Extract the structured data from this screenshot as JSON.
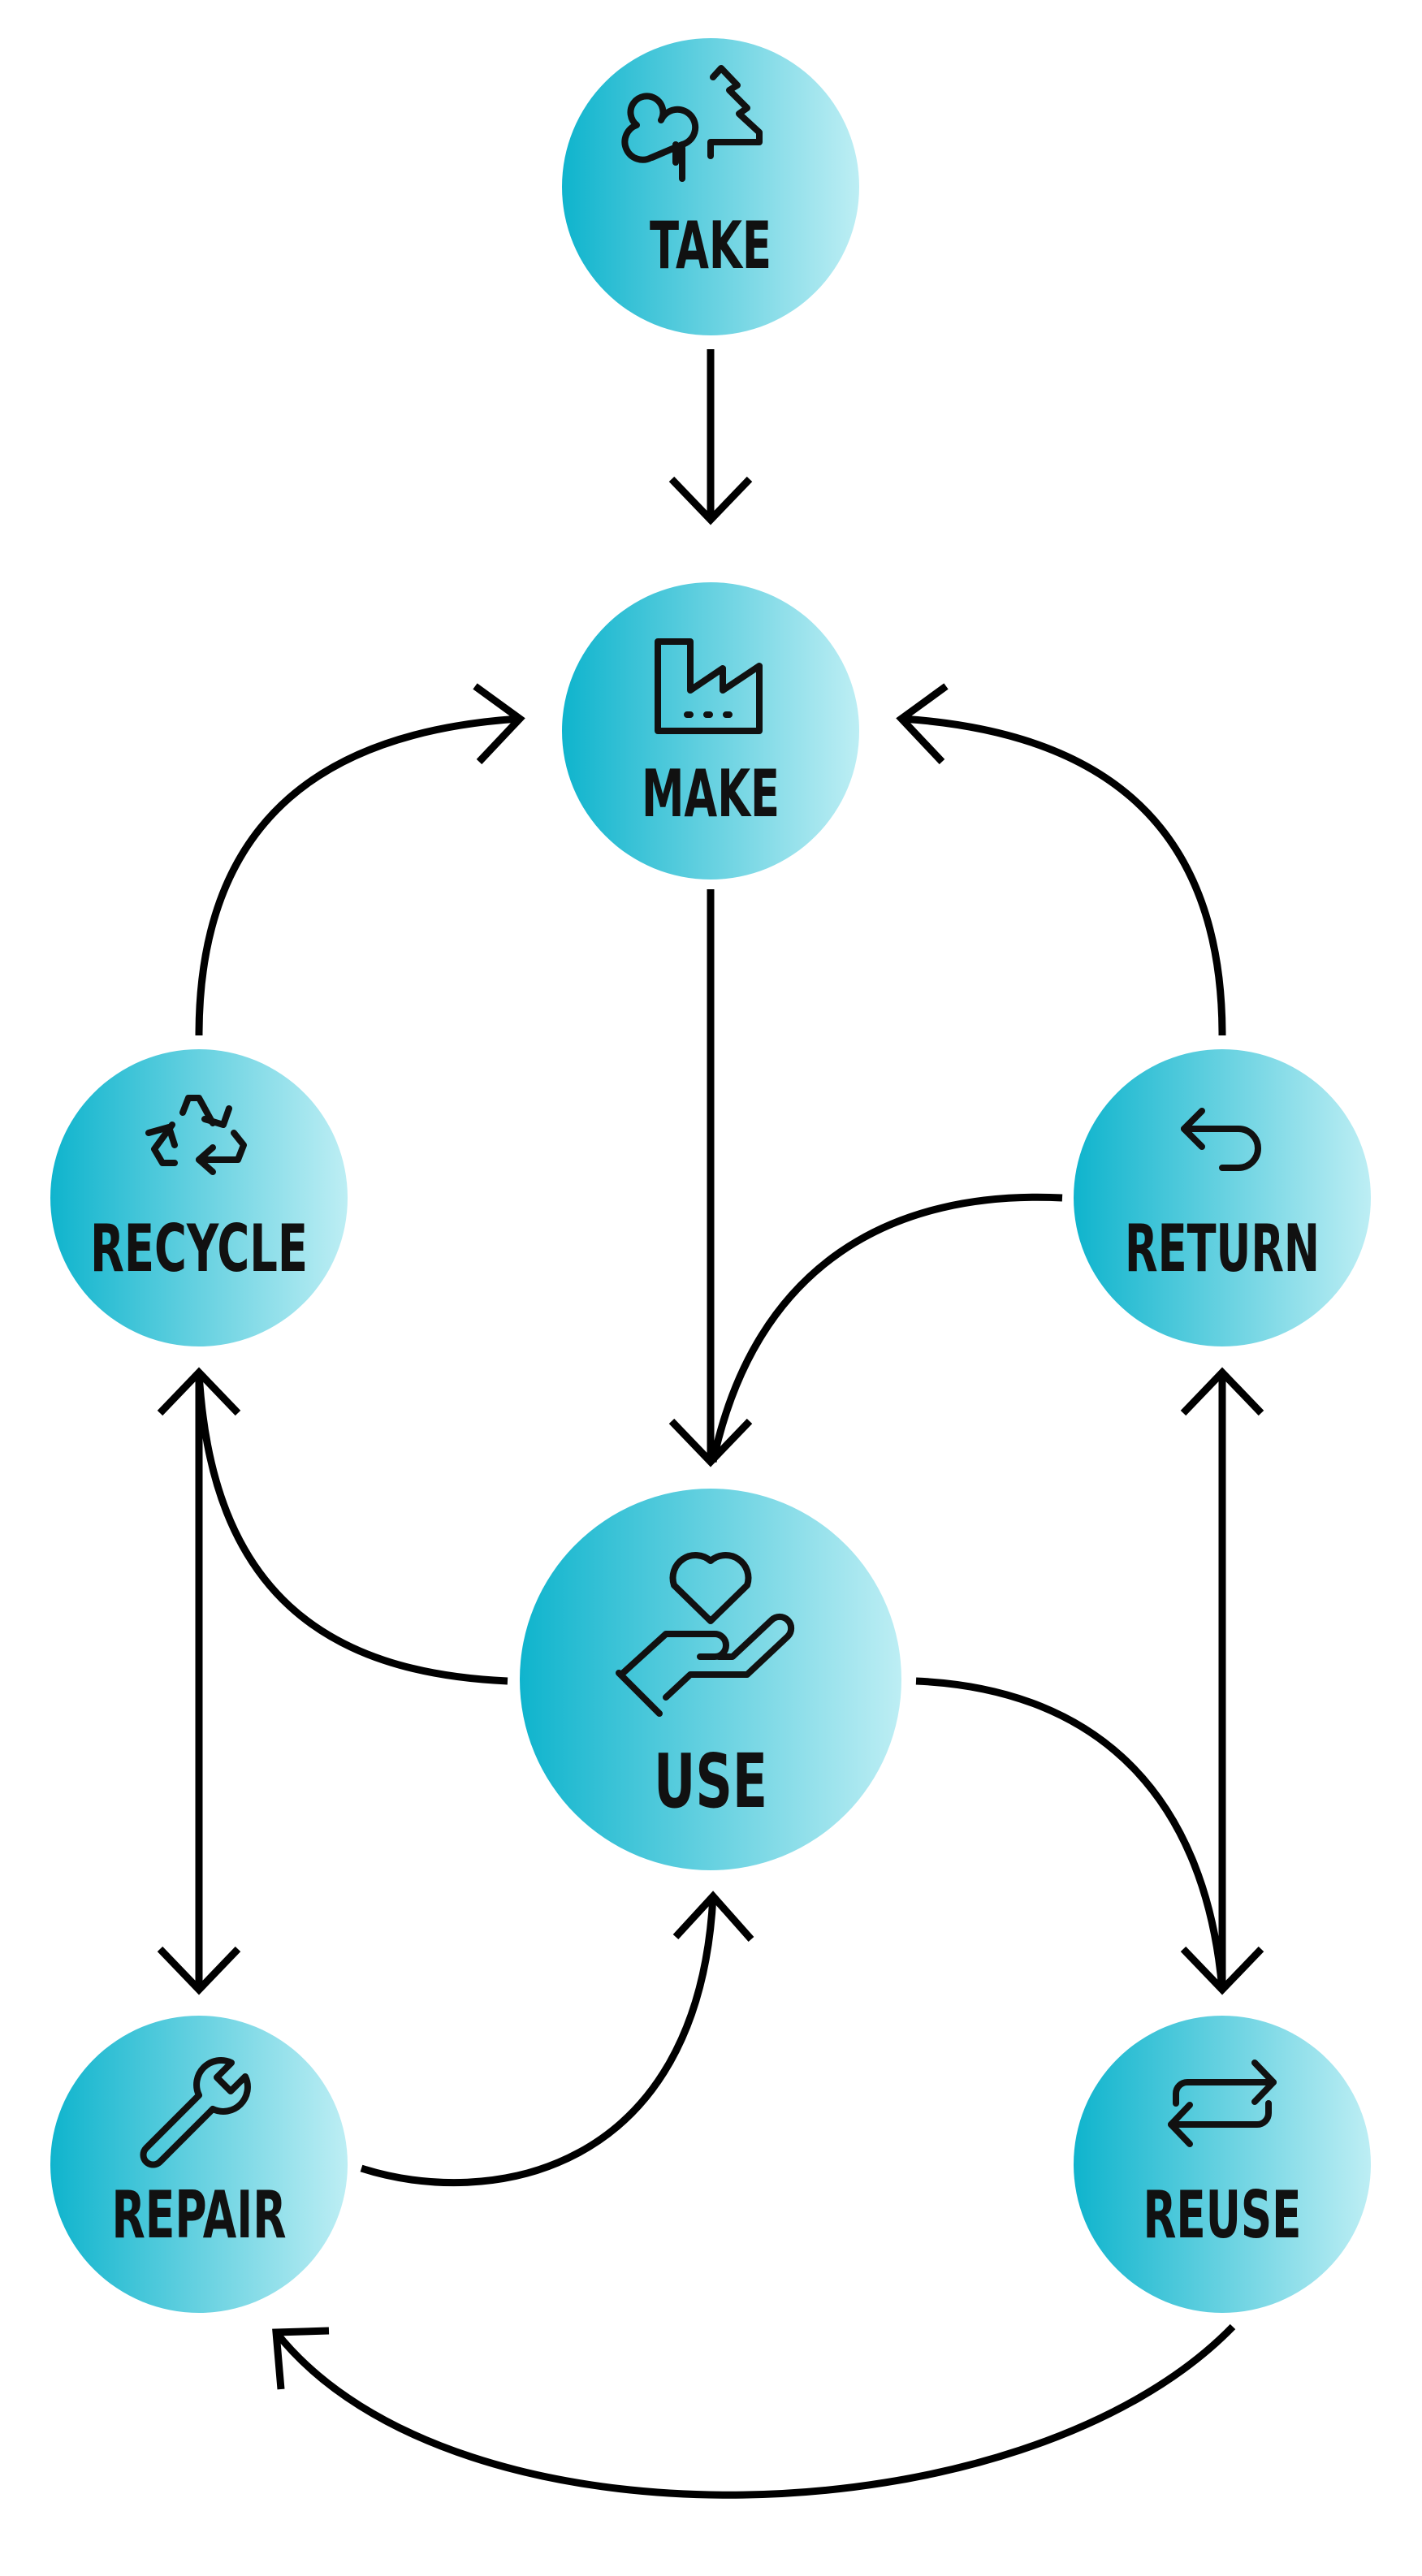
{
  "diagram": {
    "nodes": {
      "take": {
        "label": "TAKE",
        "icon": "trees-icon"
      },
      "make": {
        "label": "MAKE",
        "icon": "factory-icon"
      },
      "recycle": {
        "label": "RECYCLE",
        "icon": "recycle-icon"
      },
      "return": {
        "label": "RETURN",
        "icon": "return-arrow-icon"
      },
      "use": {
        "label": "USE",
        "icon": "heart-in-hand-icon"
      },
      "repair": {
        "label": "REPAIR",
        "icon": "wrench-icon"
      },
      "reuse": {
        "label": "REUSE",
        "icon": "swap-arrows-icon"
      }
    },
    "edges": [
      {
        "from": "take",
        "to": "make"
      },
      {
        "from": "make",
        "to": "use"
      },
      {
        "from": "recycle",
        "to": "make"
      },
      {
        "from": "return",
        "to": "make"
      },
      {
        "from": "return",
        "to": "use"
      },
      {
        "from": "use",
        "to": "recycle"
      },
      {
        "from": "use",
        "to": "reuse"
      },
      {
        "from": "recycle",
        "to": "repair",
        "bidirectional": true
      },
      {
        "from": "return",
        "to": "reuse",
        "bidirectional": true
      },
      {
        "from": "repair",
        "to": "use"
      },
      {
        "from": "reuse",
        "to": "repair"
      }
    ],
    "colors": {
      "gradient_start": "#0fb4cd",
      "gradient_end": "#bdeef4",
      "line": "#000000",
      "text": "#111111",
      "background": "#ffffff"
    }
  }
}
